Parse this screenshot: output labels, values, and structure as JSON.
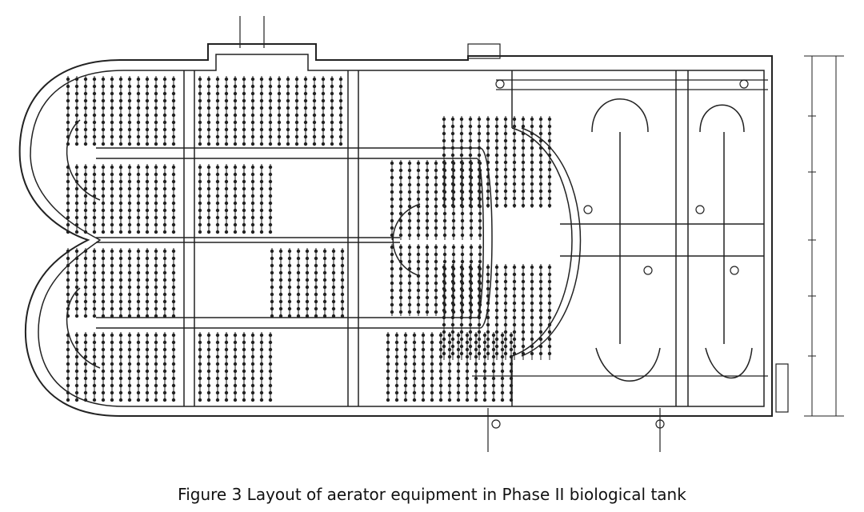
{
  "caption": "Figure 3 Layout of aerator equipment in Phase II biological tank",
  "colors": {
    "line": "#222222",
    "background": "#ffffff"
  },
  "legend": [],
  "elements": [
    "tank-outline",
    "aerator-grids",
    "diffuser-dots",
    "return-channels",
    "internal-walls",
    "pipe-runs",
    "valves",
    "dimension-lines",
    "clarifier-arcs"
  ]
}
